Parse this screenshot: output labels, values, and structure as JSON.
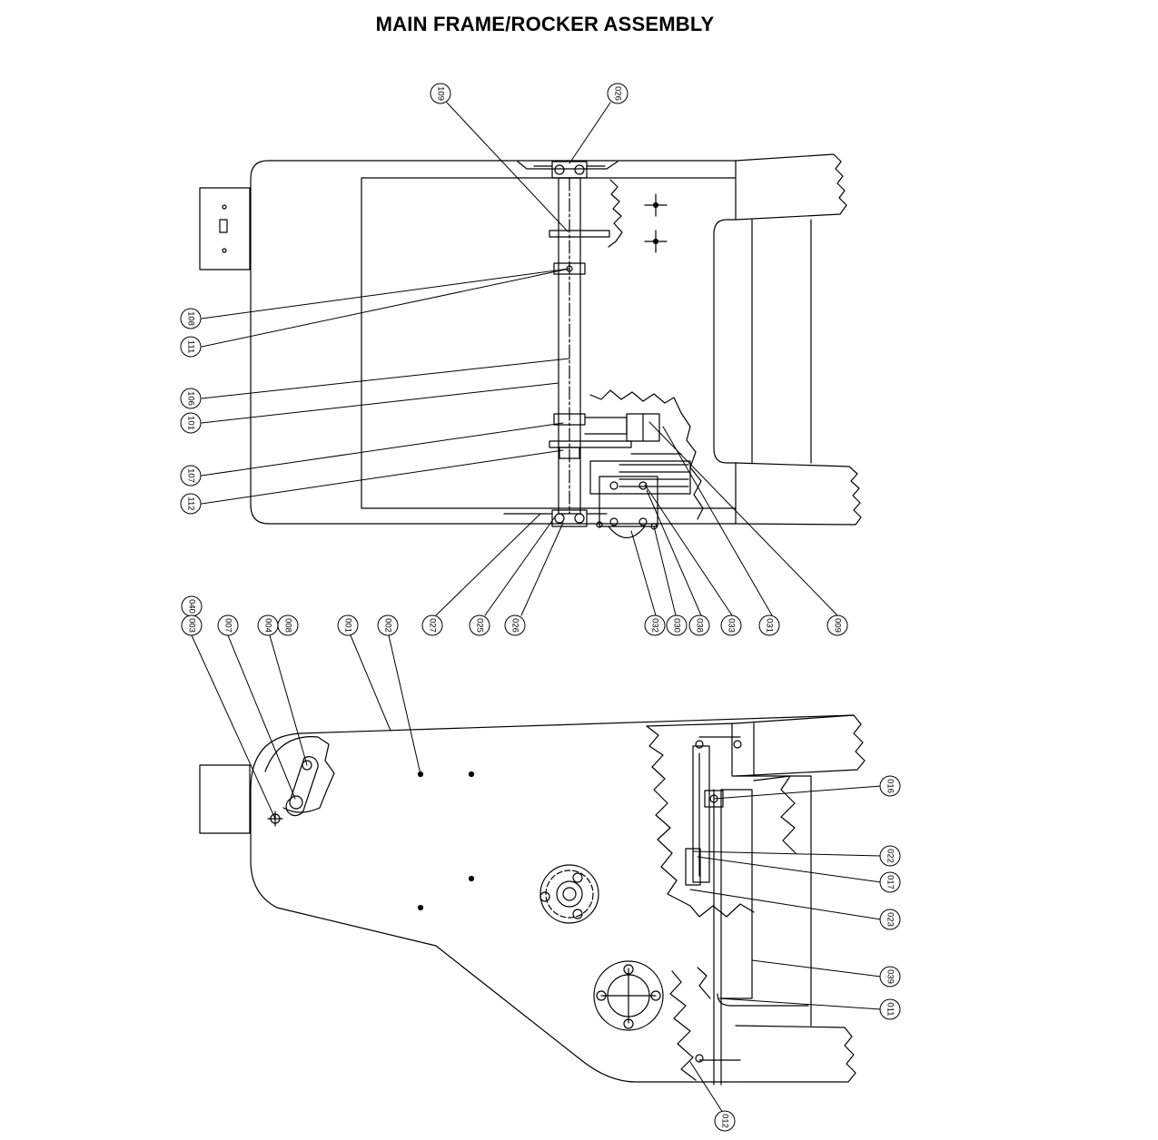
{
  "title": "MAIN FRAME/ROCKER ASSEMBLY",
  "colors": {
    "line": "#000000",
    "background": "#ffffff"
  },
  "callouts_top": [
    {
      "id": "c109",
      "label": "109"
    },
    {
      "id": "c026a",
      "label": "026"
    },
    {
      "id": "c108",
      "label": "108"
    },
    {
      "id": "c111",
      "label": "111"
    },
    {
      "id": "c106",
      "label": "106"
    },
    {
      "id": "c101",
      "label": "101"
    },
    {
      "id": "c107",
      "label": "107"
    },
    {
      "id": "c112",
      "label": "112"
    },
    {
      "id": "c027",
      "label": "027"
    },
    {
      "id": "c025",
      "label": "025"
    },
    {
      "id": "c026b",
      "label": "026"
    },
    {
      "id": "c032",
      "label": "032"
    },
    {
      "id": "c030",
      "label": "030"
    },
    {
      "id": "c038",
      "label": "038"
    },
    {
      "id": "c033",
      "label": "033"
    },
    {
      "id": "c031",
      "label": "031"
    },
    {
      "id": "c009",
      "label": "009"
    }
  ],
  "callouts_bottom": [
    {
      "id": "c040",
      "label": "040"
    },
    {
      "id": "c003",
      "label": "003"
    },
    {
      "id": "c007",
      "label": "007"
    },
    {
      "id": "c004",
      "label": "004"
    },
    {
      "id": "c008",
      "label": "008"
    },
    {
      "id": "c001",
      "label": "001"
    },
    {
      "id": "c002",
      "label": "002"
    },
    {
      "id": "c016",
      "label": "016"
    },
    {
      "id": "c022",
      "label": "022"
    },
    {
      "id": "c017",
      "label": "017"
    },
    {
      "id": "c023",
      "label": "023"
    },
    {
      "id": "c039",
      "label": "039"
    },
    {
      "id": "c011",
      "label": "011"
    },
    {
      "id": "c012",
      "label": "012"
    }
  ]
}
